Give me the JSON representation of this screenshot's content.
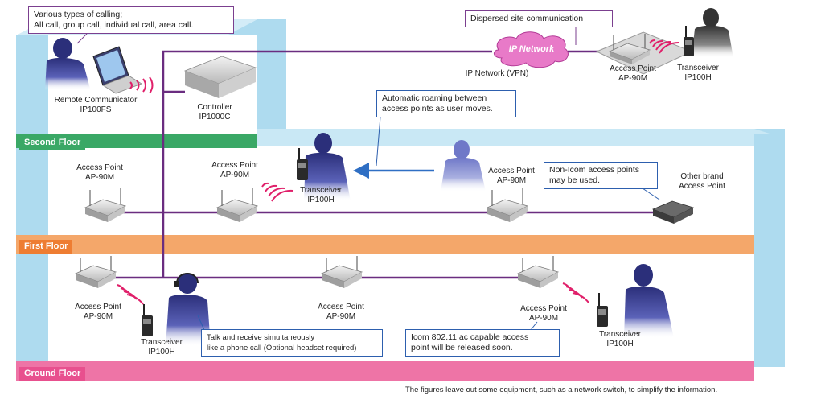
{
  "floors": {
    "second": "Second Floor",
    "first": "First Floor",
    "ground": "Ground Floor"
  },
  "callouts": {
    "calling_types_line1": "Various types of calling;",
    "calling_types_line2": "All call, group call, individual call, area call.",
    "dispersed": "Dispersed site communication",
    "roaming_line1": "Automatic roaming between",
    "roaming_line2": "access points as user moves.",
    "non_icom_line1": "Non-Icom access points",
    "non_icom_line2": "may be used.",
    "talk_line1": "Talk and receive simultaneously",
    "talk_line2": "like a phone call (Optional headset required)",
    "icom_line1": "Icom 802.11 ac capable access",
    "icom_line2": "point will be released soon."
  },
  "labels": {
    "ip_network_logo": "IP Network",
    "ip_network_vpn": "IP Network (VPN)",
    "remote_line1": "Remote Communicator",
    "remote_line2": "IP100FS",
    "controller_line1": "Controller",
    "controller_line2": "IP1000C",
    "access_point": "Access Point",
    "ap_model": "AP-90M",
    "transceiver": "Transceiver",
    "transceiver_model": "IP100H",
    "other_brand_line1": "Other brand",
    "other_brand_line2": "Access Point"
  },
  "footnote": "The figures leave out some equipment, such as a network switch, to simplify the information.",
  "colors": {
    "line": "#6a2d80",
    "wall": "#aedbef",
    "second_floor": "#3aa866",
    "first_floor": "#f4a76a",
    "first_floor_label": "#ee7d32",
    "ground_floor": "#ee74a6",
    "ground_floor_label": "#e8508e",
    "arrow": "#2f6fc4",
    "radio_wave": "#e0206a"
  },
  "icons": [
    "laptop-icon",
    "person-icon",
    "router-icon",
    "transceiver-icon",
    "headset-icon",
    "radio-wave-icon",
    "cloud-icon"
  ]
}
